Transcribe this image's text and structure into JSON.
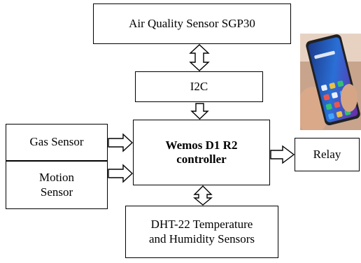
{
  "blocks": {
    "air_quality": "Air Quality Sensor SGP30",
    "i2c": "I2C",
    "gas_sensor": "Gas Sensor",
    "motion_sensor": "Motion\nSensor",
    "controller": "Wemos D1 R2\ncontroller",
    "relay": "Relay",
    "dht22": "DHT-22 Temperature\nand Humidity Sensors"
  },
  "icons": {
    "phone": "smartphone-icon"
  }
}
